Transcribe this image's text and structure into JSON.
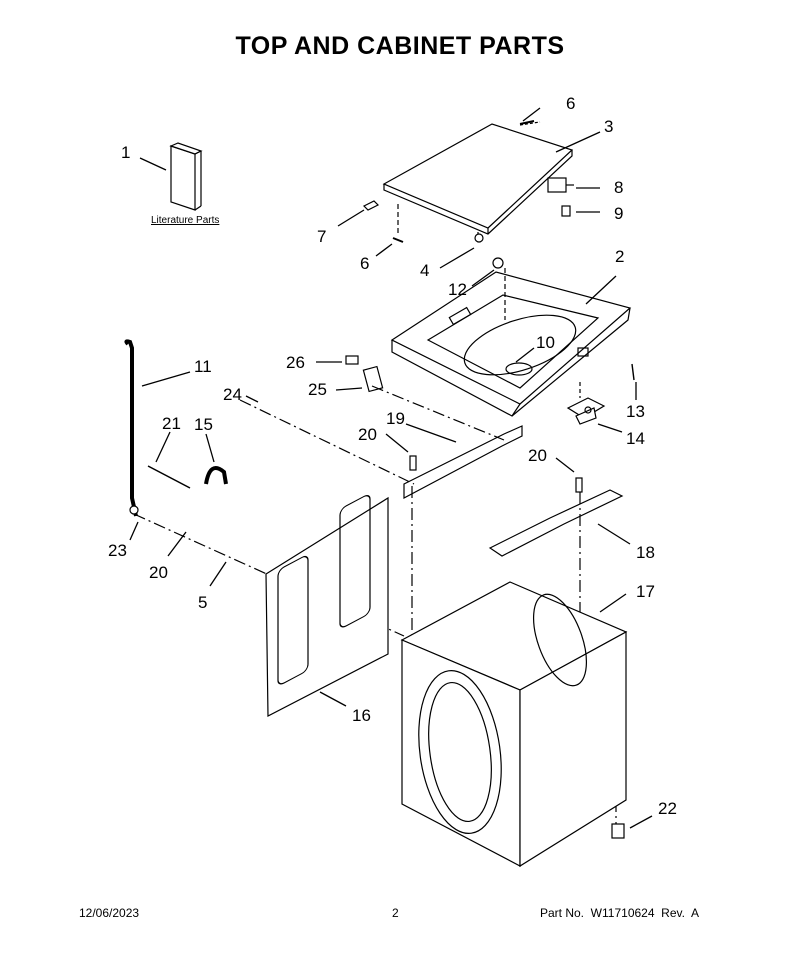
{
  "title": "TOP AND CABINET PARTS",
  "literature_label": "Literature Parts",
  "footer": {
    "date": "12/06/2023",
    "page": "2",
    "part_no": "Part No.  W11710624  Rev.  A"
  },
  "callouts": {
    "c1": "1",
    "c2": "2",
    "c3": "3",
    "c4": "4",
    "c5": "5",
    "c6a": "6",
    "c6b": "6",
    "c7": "7",
    "c8": "8",
    "c9": "9",
    "c10": "10",
    "c11": "11",
    "c12": "12",
    "c13": "13",
    "c14": "14",
    "c15": "15",
    "c16": "16",
    "c17": "17",
    "c18": "18",
    "c19": "19",
    "c20a": "20",
    "c20b": "20",
    "c20c": "20",
    "c21": "21",
    "c22": "22",
    "c23": "23",
    "c24": "24",
    "c25": "25",
    "c26": "26"
  }
}
